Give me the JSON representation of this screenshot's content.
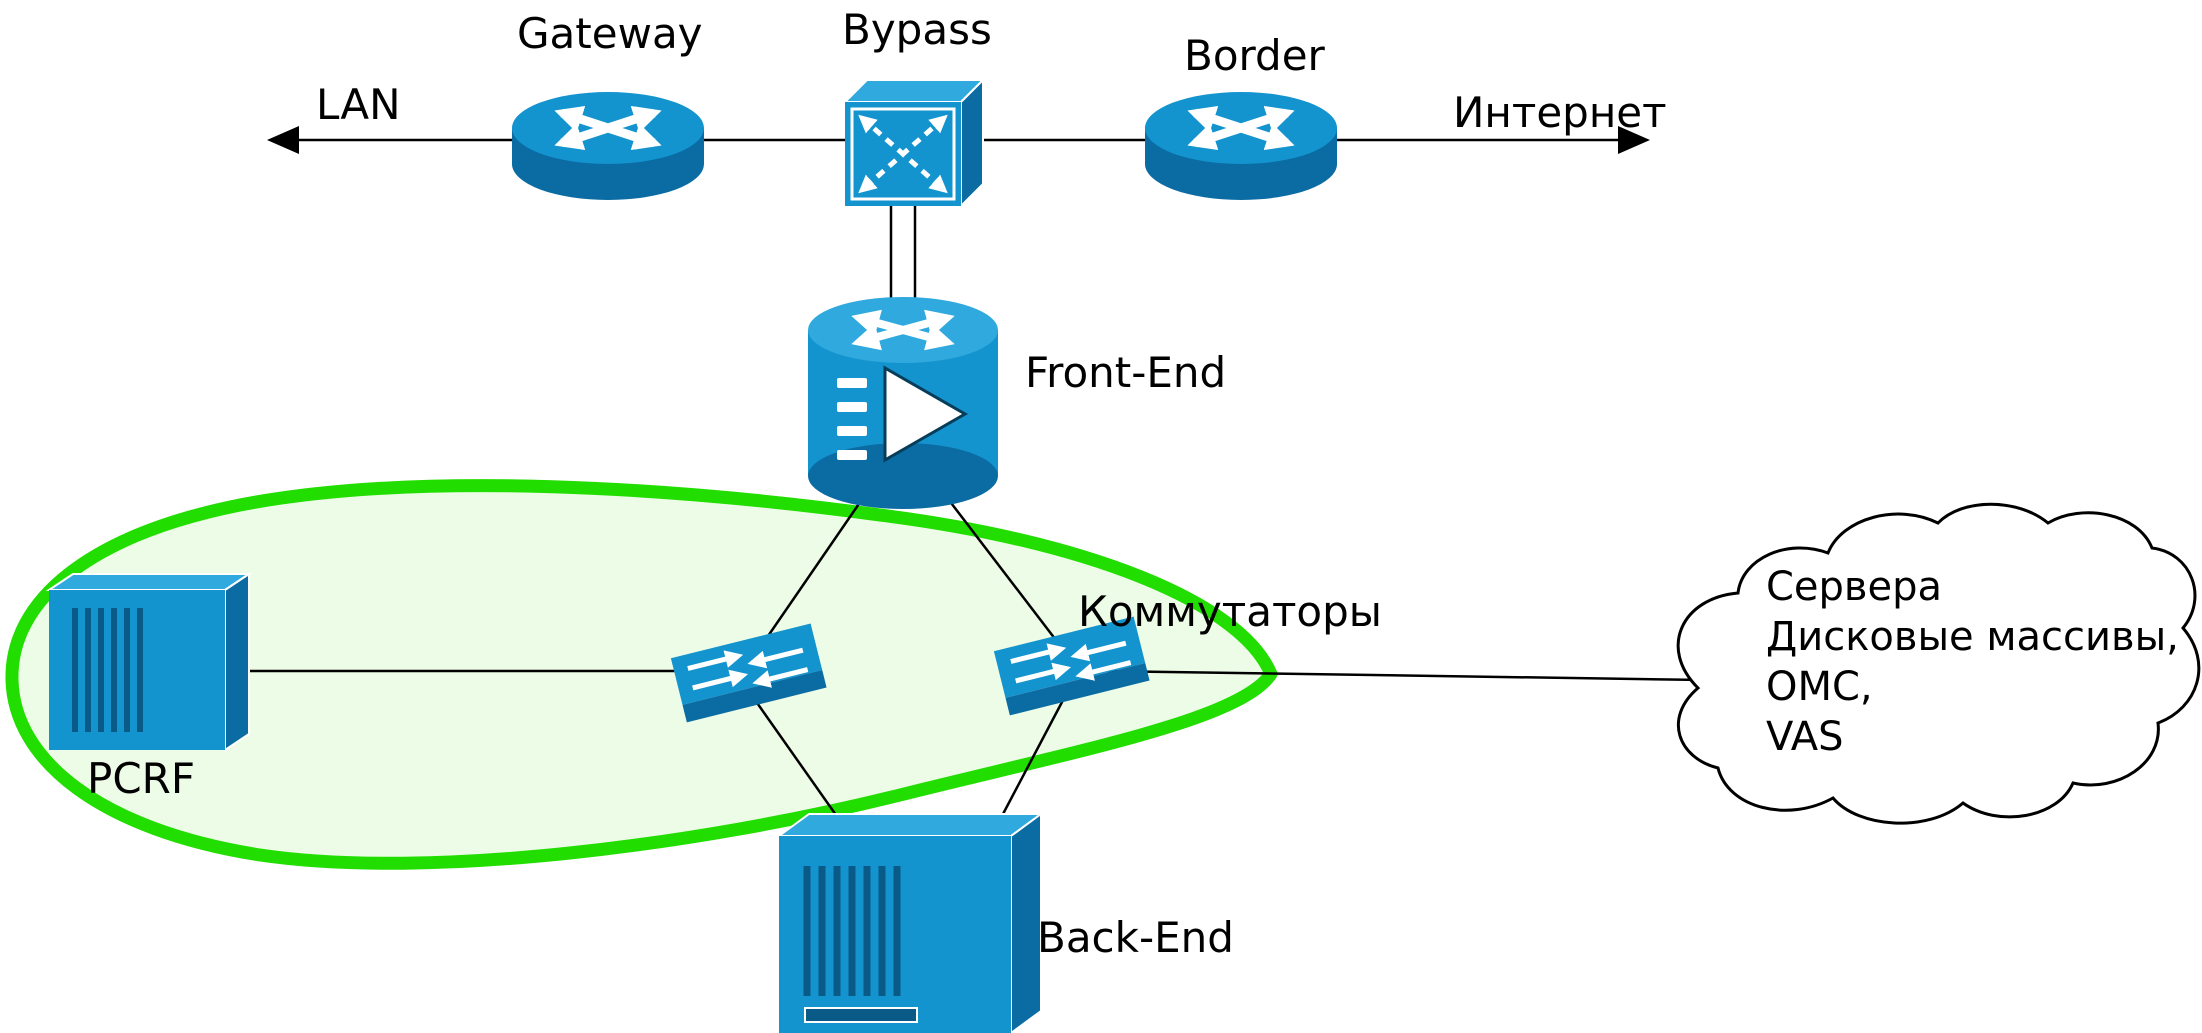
{
  "diagram": {
    "labels": {
      "lan": "LAN",
      "gateway": "Gateway",
      "bypass": "Bypass",
      "border": "Border",
      "internet": "Интернет",
      "front_end": "Front-End",
      "switches": "Коммутаторы",
      "pcrf": "PCRF",
      "back_end": "Back-End"
    },
    "cloud": [
      "Сервера",
      "Дисковые массивы,",
      "ОМС,",
      "VAS"
    ],
    "colors": {
      "device_blue": "#1494cf",
      "device_blue_light": "#2fa9de",
      "device_blue_dark": "#0b6ba3",
      "highlight_green": "#22dd00",
      "highlight_green_fill": "#edfce7",
      "line_black": "#000000",
      "cloud_fill": "#ffffff"
    }
  }
}
